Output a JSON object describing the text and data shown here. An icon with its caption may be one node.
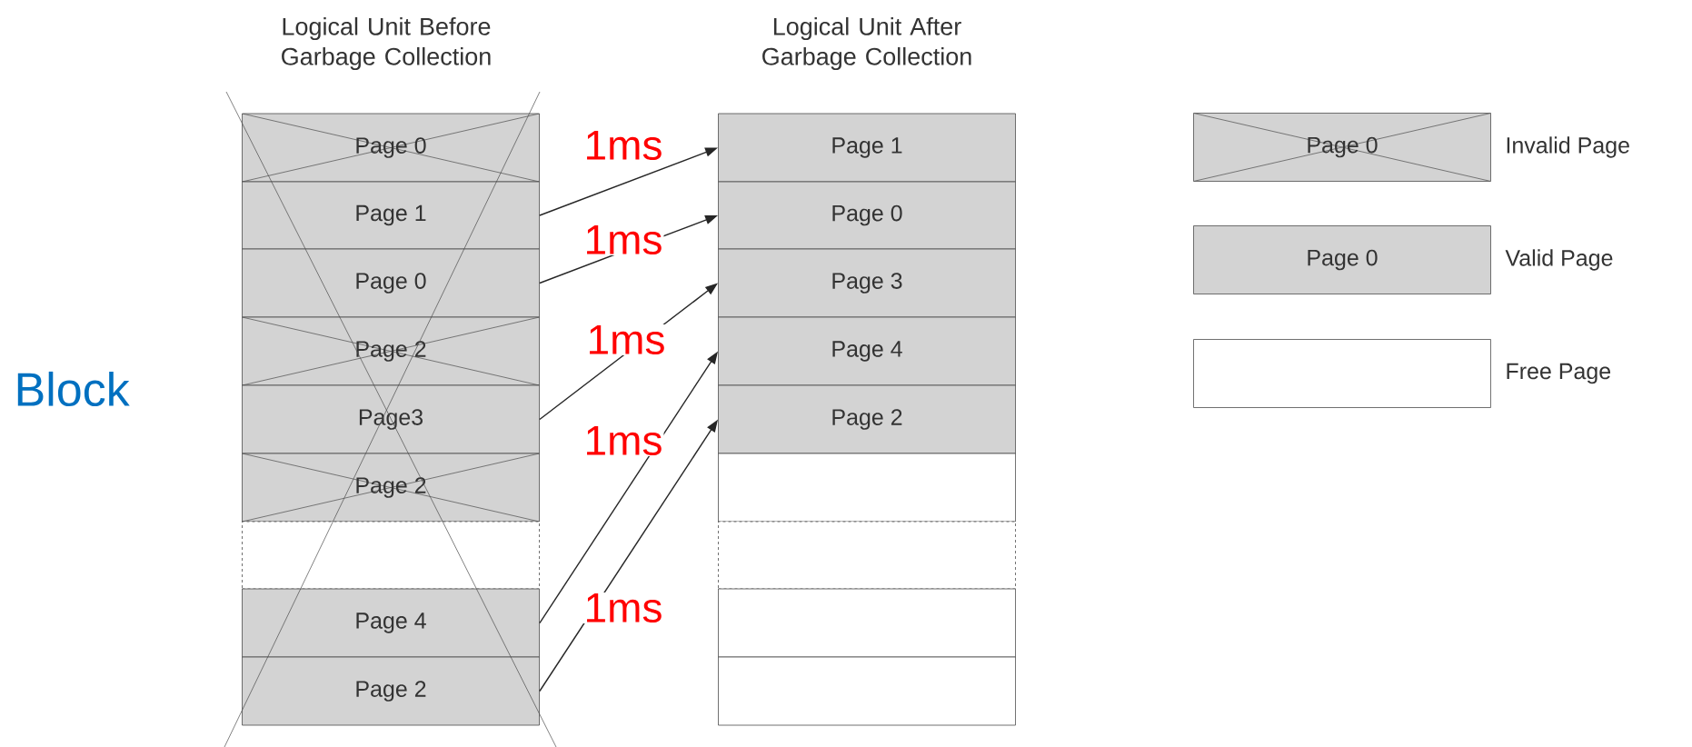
{
  "diagram": {
    "nodes": [
      {
        "text": [
          "Page 0"
        ]
      },
      {
        "text": [
          "Page 1"
        ]
      },
      {
        "text": [
          "Page 0"
        ]
      },
      {
        "text": [
          "Page 2"
        ]
      },
      {
        "text": [
          "Page3"
        ]
      },
      {
        "text": [
          "Page 2"
        ]
      },
      {
        "text": [],
        "shape": "box"
      },
      {
        "text": [
          "Page 4"
        ]
      },
      {
        "text": [
          "Page 2"
        ]
      },
      {
        "text": [
          "Page 1"
        ]
      },
      {
        "text": [
          "Page 0"
        ]
      },
      {
        "text": [
          "Page 3"
        ]
      },
      {
        "text": [
          "Page 4"
        ]
      },
      {
        "text": [
          "Page 2"
        ]
      },
      {
        "text": [],
        "shape": "box"
      },
      {
        "text": [],
        "shape": "box"
      },
      {
        "text": [],
        "shape": "box"
      },
      {
        "text": [],
        "shape": "box"
      },
      {
        "text": [
          "Page 0"
        ],
        "beside": [
          "Invalid Page"
        ]
      },
      {
        "text": [
          "Page 0"
        ],
        "beside": [
          "Valid Page"
        ]
      },
      {
        "text": [],
        "shape": "box",
        "beside": [
          "Free Page"
        ]
      }
    ],
    "edges": [
      {
        "from": 1,
        "to": 9,
        "arrow": "to",
        "label": "1ms"
      },
      {
        "from": 2,
        "to": 10,
        "arrow": "to",
        "label": "1ms"
      },
      {
        "from": 4,
        "to": 11,
        "arrow": "to",
        "label": "1ms"
      },
      {
        "from": 7,
        "to": 12,
        "arrow": "to",
        "label": "1ms"
      },
      {
        "from": 8,
        "to": 13,
        "arrow": "to",
        "label": "1ms"
      }
    ],
    "labels": [
      "Logical Unit Before Garbage Collection",
      "Logical Unit After Garbage Collection",
      "Block"
    ]
  }
}
